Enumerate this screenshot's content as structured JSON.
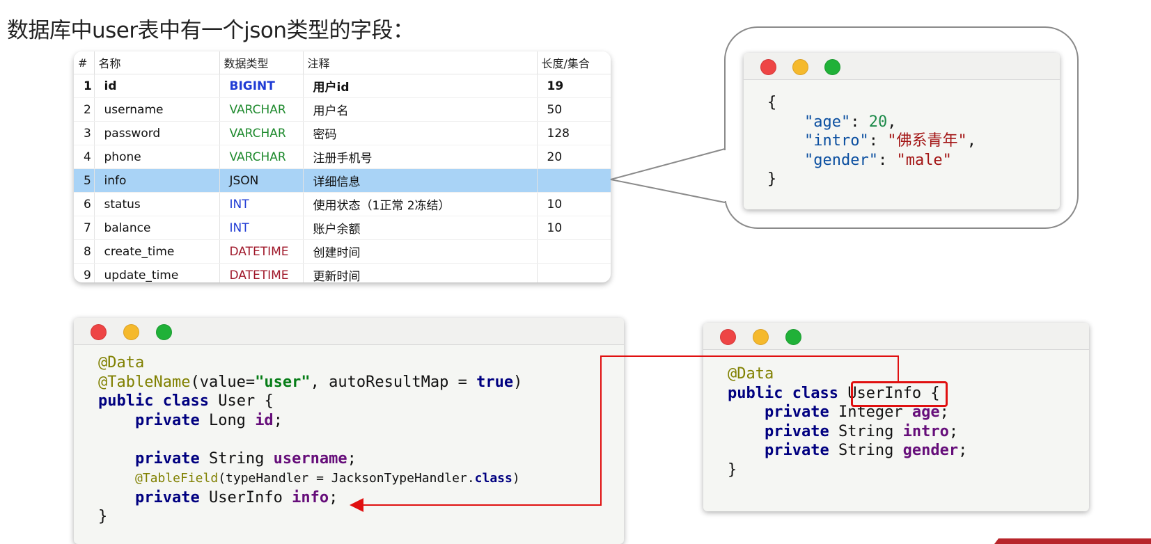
{
  "title": "数据库中user表中有一个json类型的字段：",
  "table": {
    "headers": [
      "#",
      "名称",
      "数据类型",
      "注释",
      "长度/集合"
    ],
    "rows": [
      {
        "num": "1",
        "name": "id",
        "type": "BIGINT",
        "comment": "用户id",
        "length": "19",
        "type_color": "blue",
        "style": "bold"
      },
      {
        "num": "2",
        "name": "username",
        "type": "VARCHAR",
        "comment": "用户名",
        "length": "50",
        "type_color": "green"
      },
      {
        "num": "3",
        "name": "password",
        "type": "VARCHAR",
        "comment": "密码",
        "length": "128",
        "type_color": "green"
      },
      {
        "num": "4",
        "name": "phone",
        "type": "VARCHAR",
        "comment": "注册手机号",
        "length": "20",
        "type_color": "green"
      },
      {
        "num": "5",
        "name": "info",
        "type": "JSON",
        "comment": "详细信息",
        "length": "",
        "type_color": "dark",
        "style": "selected"
      },
      {
        "num": "6",
        "name": "status",
        "type": "INT",
        "comment": "使用状态（1正常 2冻结）",
        "length": "10",
        "type_color": "blue"
      },
      {
        "num": "7",
        "name": "balance",
        "type": "INT",
        "comment": "账户余额",
        "length": "10",
        "type_color": "blue"
      },
      {
        "num": "8",
        "name": "create_time",
        "type": "DATETIME",
        "comment": "创建时间",
        "length": "",
        "type_color": "red"
      },
      {
        "num": "9",
        "name": "update_time",
        "type": "DATETIME",
        "comment": "更新时间",
        "length": "",
        "type_color": "red"
      }
    ]
  },
  "json_window": {
    "open_brace": "{",
    "key_age": "\"age\"",
    "val_age": "20",
    "key_intro": "\"intro\"",
    "val_intro": "\"佛系青年\"",
    "key_gender": "\"gender\"",
    "val_gender": "\"male\"",
    "close_brace": "}",
    "colon": ": ",
    "comma": ","
  },
  "user_class_window": {
    "ann_data": "@Data",
    "ann_tablename": "@TableName",
    "tablename_args_1": "(value=",
    "tablename_value": "\"user\"",
    "tablename_args_2": ", autoResultMap = ",
    "true_kw": "true",
    "tablename_args_3": ")",
    "public_kw": "public",
    "class_kw": "class",
    "class_name": " User {",
    "private_kw": "private",
    "long_type": " Long ",
    "id_field": "id",
    "string_type": " String ",
    "username_field": "username",
    "ann_tablefield": "@TableField",
    "tablefield_args": "(typeHandler = JacksonTypeHandler.",
    "class_kw_small": "class",
    "tablefield_close": ")",
    "userinfo_type": " UserInfo ",
    "info_field": "info",
    "semicolon": ";",
    "close_brace": "}"
  },
  "userinfo_class_window": {
    "ann_data": "@Data",
    "public_kw": "public",
    "class_kw": "class",
    "class_name": "UserInfo",
    "open_brace": " {",
    "private_kw": "private",
    "integer_type": " Integer ",
    "age_field": "age",
    "string_type": " String ",
    "intro_field": "intro",
    "gender_field": "gender",
    "semicolon": ";",
    "close_brace": "}"
  },
  "colors": {
    "keyword": "#000080",
    "annotation": "#808000",
    "string": "#067d17",
    "field": "#660e7a",
    "selected_row": "#a9d3f6",
    "arrow": "#e01010"
  }
}
